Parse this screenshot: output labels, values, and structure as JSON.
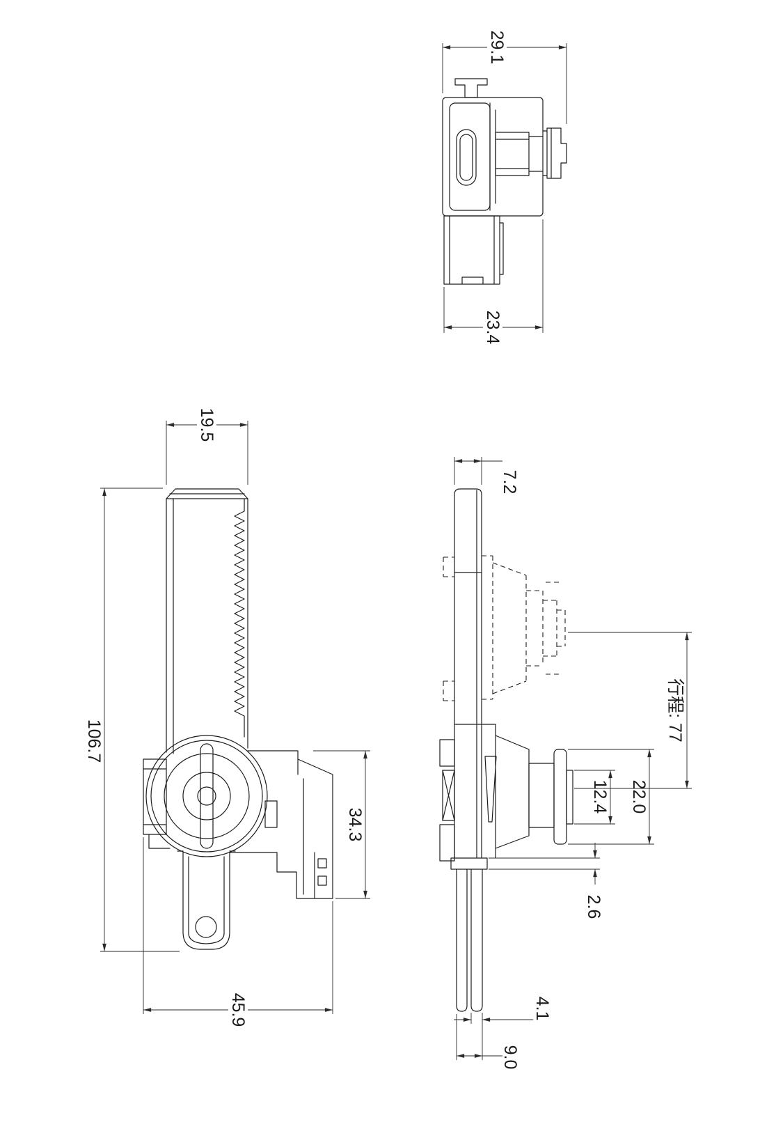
{
  "colors": {
    "line": "#1c1c1c",
    "dimension": "#2a2a2a",
    "background": "#ffffff"
  },
  "top_view": {
    "dim_overall_depth": "29.1",
    "dim_body_depth": "23.4"
  },
  "front_view": {
    "dim_body_width": "19.5",
    "dim_overall_height": "106.7",
    "dim_connector_height": "34.3",
    "dim_overall_width": "45.9"
  },
  "side_view": {
    "dim_bar_thickness": "7.2",
    "dim_stroke_travel": "行程: 77",
    "dim_flange_diameter": "22.0",
    "dim_boss_diameter": "12.4",
    "dim_plate_thickness": "2.6",
    "dim_rod_width": "4.1",
    "dim_rod_span": "9.0"
  }
}
